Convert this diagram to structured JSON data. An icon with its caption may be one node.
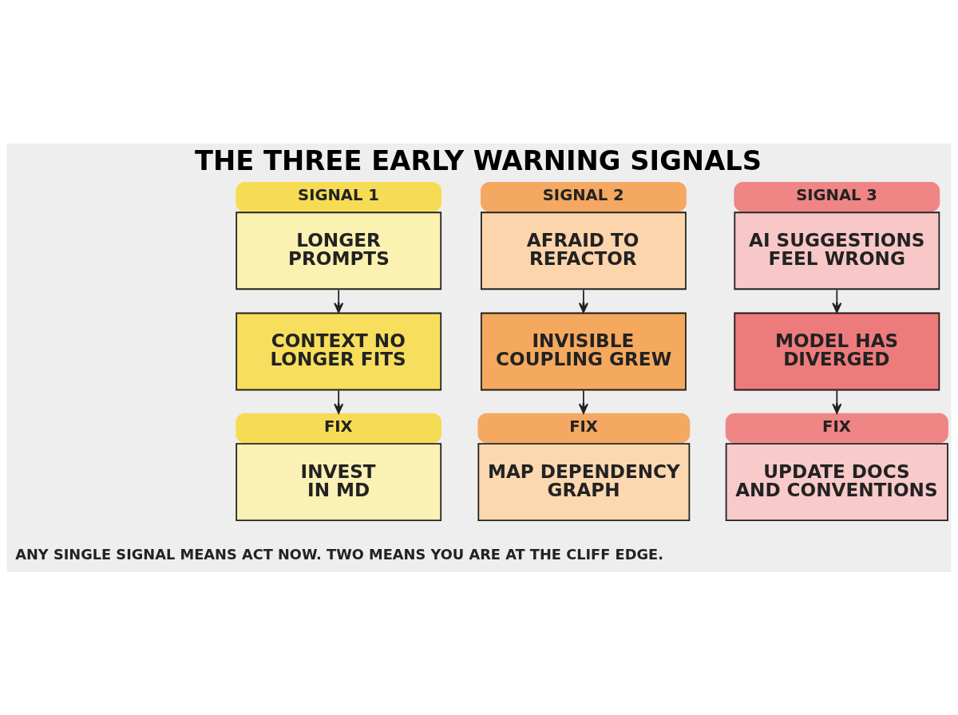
{
  "diagram": {
    "title": "THE THREE EARLY WARNING SIGNALS",
    "caption": "ANY SINGLE SIGNAL MEANS ACT NOW. TWO MEANS YOU ARE AT THE CLIFF EDGE.",
    "nodes": [
      {
        "text": [
          "SIGNAL 1",
          "LONGER PROMPTS"
        ]
      },
      {
        "text": [
          "SIGNAL 2",
          "AFRAID TO REFACTOR"
        ]
      },
      {
        "text": [
          "SIGNAL 3",
          "AI SUGGESTIONS FEEL WRONG"
        ]
      },
      {
        "text": [
          "CONTEXT NO LONGER FITS"
        ]
      },
      {
        "text": [
          "INVISIBLE COUPLING GREW"
        ]
      },
      {
        "text": [
          "MODEL HAS DIVERGED"
        ]
      },
      {
        "text": [
          "FIX",
          "INVEST IN MD"
        ]
      },
      {
        "text": [
          "FIX",
          "MAP DEPENDENCY GRAPH"
        ]
      },
      {
        "text": [
          "FIX",
          "UPDATE DOCS AND CONVENTIONS"
        ]
      }
    ],
    "edges": [
      {
        "from": 0,
        "to": 3,
        "arrow": "to"
      },
      {
        "from": 1,
        "to": 4,
        "arrow": "to"
      },
      {
        "from": 2,
        "to": 5,
        "arrow": "to"
      },
      {
        "from": 3,
        "to": 6,
        "arrow": "to"
      },
      {
        "from": 4,
        "to": 7,
        "arrow": "to"
      },
      {
        "from": 5,
        "to": 8,
        "arrow": "to"
      }
    ]
  }
}
